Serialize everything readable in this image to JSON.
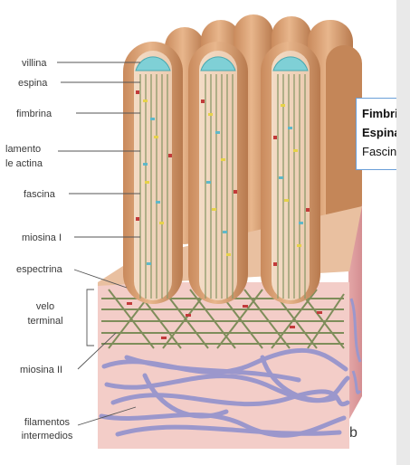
{
  "labels": {
    "villina": "villina",
    "espina": "espina",
    "fimbrina": "fimbrina",
    "filamento_line1": "lamento",
    "filamento_line2": "le actina",
    "fascina": "fascina",
    "miosina_1": "miosina I",
    "espectrina": "espectrina",
    "velo_line1": "velo",
    "velo_line2": "terminal",
    "miosina_2": "miosina II",
    "filamentos_line1": "filamentos",
    "filamentos_line2": "intermedios"
  },
  "callout": {
    "line1": "Fimbri",
    "line2": "Espina",
    "line3": "Fascin"
  },
  "panel_letter": "b",
  "colors": {
    "microvillus": "#d9a277",
    "microvillus_dark": "#b97a4c",
    "villin_cap": "#7fd0d6",
    "actin": "#8d9a6a",
    "cell_body": "#f2c9c4",
    "intermediate_filaments": "#9b97cc",
    "callout_border": "#6a9fd8"
  }
}
